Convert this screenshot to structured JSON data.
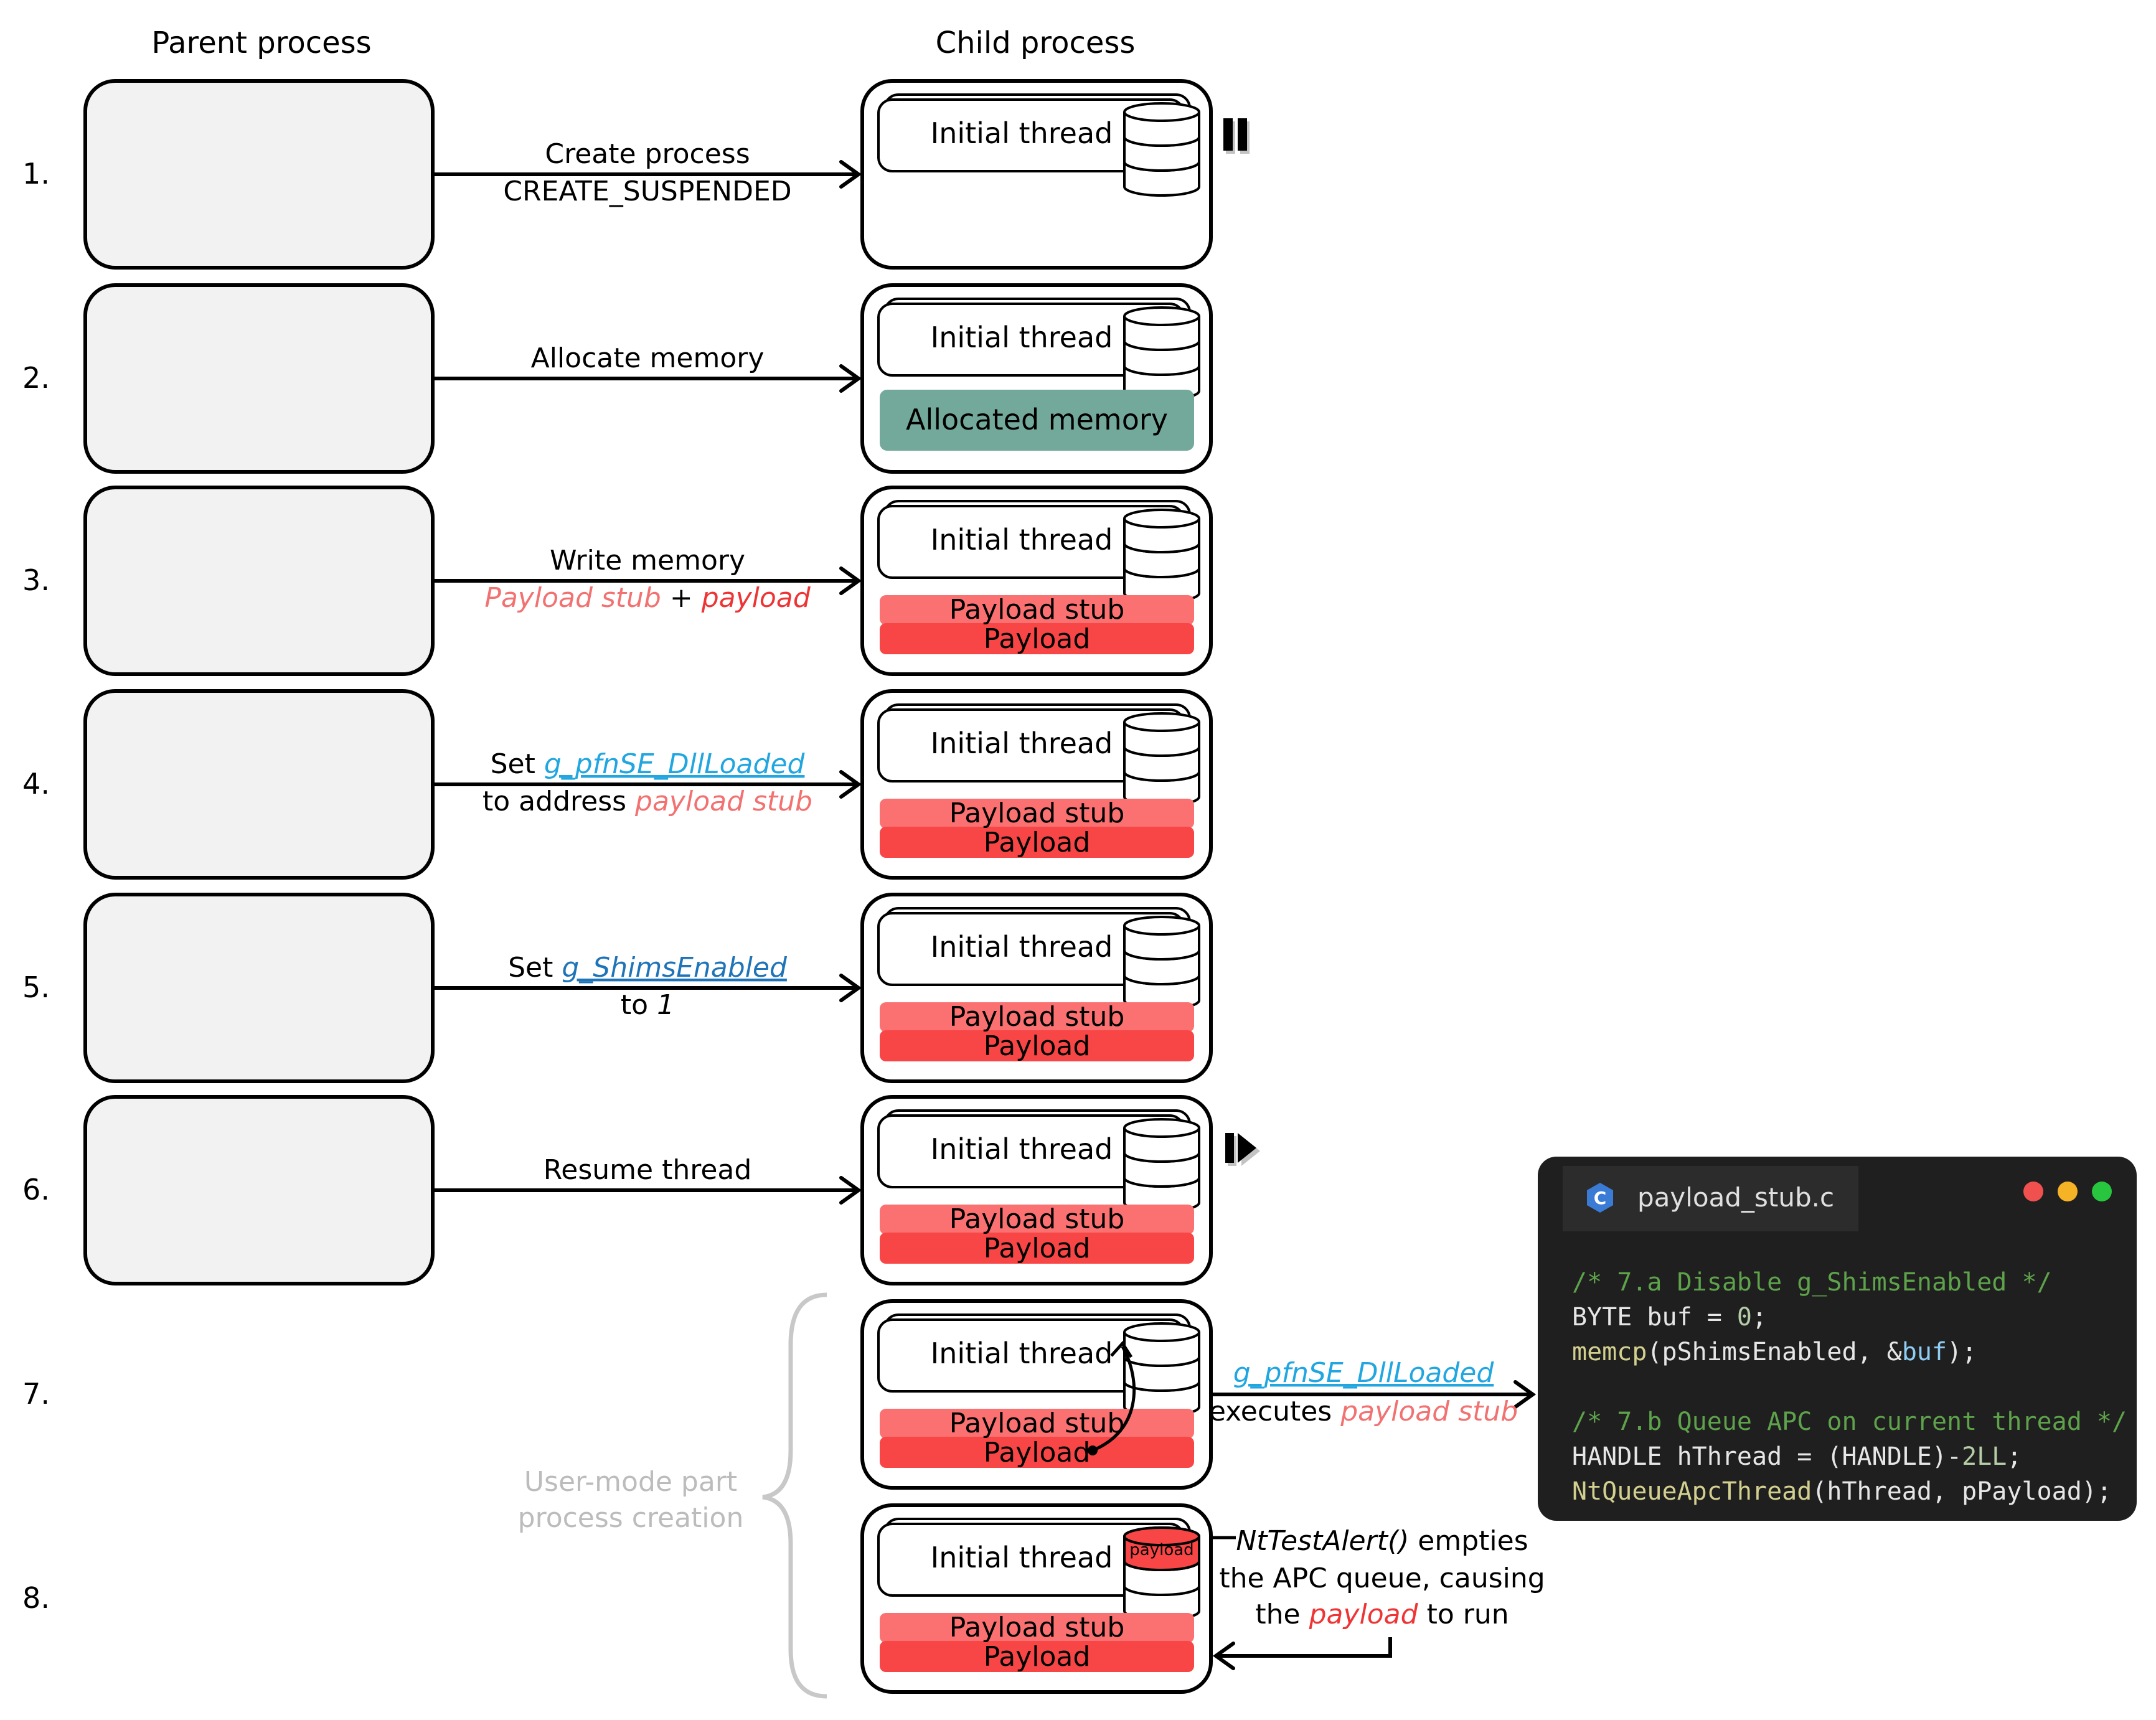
{
  "headers": {
    "parent": "Parent process",
    "child": "Child process"
  },
  "thread_label": "Initial thread",
  "allocated_label": "Allocated memory",
  "payload_stub_label": "Payload stub",
  "payload_label": "Payload",
  "payload_disk_label": "payload",
  "steps": [
    {
      "number": "1.",
      "arrow_parts": [
        [
          {
            "t": "Create process",
            "s": "plain"
          }
        ],
        [
          {
            "t": "CREATE_SUSPENDED",
            "s": "plain"
          }
        ]
      ],
      "child": "thread-only",
      "status": "pause"
    },
    {
      "number": "2.",
      "arrow_parts": [
        [
          {
            "t": "Allocate memory",
            "s": "plain"
          }
        ]
      ],
      "child": "allocated",
      "status": ""
    },
    {
      "number": "3.",
      "arrow_parts": [
        [
          {
            "t": "Write memory",
            "s": "plain"
          }
        ],
        [
          {
            "t": "Payload stub",
            "s": "stub"
          },
          {
            "t": " + ",
            "s": "plain"
          },
          {
            "t": "payload",
            "s": "payload"
          }
        ]
      ],
      "child": "payload",
      "status": ""
    },
    {
      "number": "4.",
      "arrow_parts": [
        [
          {
            "t": "Set ",
            "s": "plain"
          },
          {
            "t": "g_pfnSE_DllLoaded",
            "s": "var"
          }
        ],
        [
          {
            "t": "to address ",
            "s": "plain"
          },
          {
            "t": "payload stub",
            "s": "stub"
          }
        ]
      ],
      "child": "payload",
      "status": ""
    },
    {
      "number": "5.",
      "arrow_parts": [
        [
          {
            "t": "Set ",
            "s": "plain"
          },
          {
            "t": "g_ShimsEnabled",
            "s": "var2"
          }
        ],
        [
          {
            "t": "to ",
            "s": "plain"
          },
          {
            "t": "1",
            "s": "italic"
          }
        ]
      ],
      "child": "payload",
      "status": ""
    },
    {
      "number": "6.",
      "arrow_parts": [
        [
          {
            "t": "Resume thread",
            "s": "plain"
          }
        ]
      ],
      "child": "payload",
      "status": "play"
    },
    {
      "number": "7.",
      "arrow_parts": [],
      "child": "payload-curve",
      "status": ""
    },
    {
      "number": "8.",
      "arrow_parts": [],
      "child": "payload-disk",
      "status": ""
    }
  ],
  "step7_label": [
    [
      {
        "t": "g_pfnSE_DllLoaded",
        "s": "var"
      }
    ],
    [
      {
        "t": "executes ",
        "s": "plain"
      },
      {
        "t": "payload stub",
        "s": "stub"
      }
    ]
  ],
  "step8_label": [
    [
      {
        "t": "NtTestAlert()",
        "s": "italic"
      },
      {
        "t": " empties",
        "s": "plain"
      }
    ],
    [
      {
        "t": "the APC queue, causing",
        "s": "plain"
      }
    ],
    [
      {
        "t": "the ",
        "s": "plain"
      },
      {
        "t": "payload",
        "s": "payload"
      },
      {
        "t": " to run",
        "s": "plain"
      }
    ]
  ],
  "brace_label": [
    "User-mode part",
    "process creation"
  ],
  "code_window": {
    "filename": "payload_stub.c",
    "lines": [
      [
        {
          "t": "/* 7.a Disable g_ShimsEnabled */",
          "s": "comment"
        }
      ],
      [
        {
          "t": "BYTE buf = ",
          "s": "code"
        },
        {
          "t": "0",
          "s": "num"
        },
        {
          "t": ";",
          "s": "code"
        }
      ],
      [
        {
          "t": "memcp",
          "s": "fn"
        },
        {
          "t": "(pShimsEnabled, &",
          "s": "code"
        },
        {
          "t": "buf",
          "s": "ident"
        },
        {
          "t": ");",
          "s": "code"
        }
      ],
      [],
      [
        {
          "t": "/* 7.b Queue APC on current thread */",
          "s": "comment"
        }
      ],
      [
        {
          "t": "HANDLE hThread = (HANDLE)-",
          "s": "code"
        },
        {
          "t": "2LL",
          "s": "num"
        },
        {
          "t": ";",
          "s": "code"
        }
      ],
      [
        {
          "t": "NtQueueApcThread",
          "s": "fn"
        },
        {
          "t": "(hThread, pPayload);",
          "s": "code"
        }
      ]
    ]
  },
  "colors": {
    "var": "#21a6e0",
    "var2": "#1f74b8",
    "stub": "#f27171",
    "payload": "#ee3434",
    "allocated": "#73a99b",
    "parent_fill": "#f2f2f2",
    "stub_fill": "#fb7171",
    "payload_fill": "#f84545",
    "brace": "#c8c8c8",
    "code_bg": "#1f1f1f",
    "comment": "#5ea24b",
    "fn": "#d3d08f",
    "ident": "#8fcdf5",
    "num": "#b5cea8",
    "dot_red": "#f0514f",
    "dot_yellow": "#f5b325",
    "dot_green": "#27c63e"
  }
}
